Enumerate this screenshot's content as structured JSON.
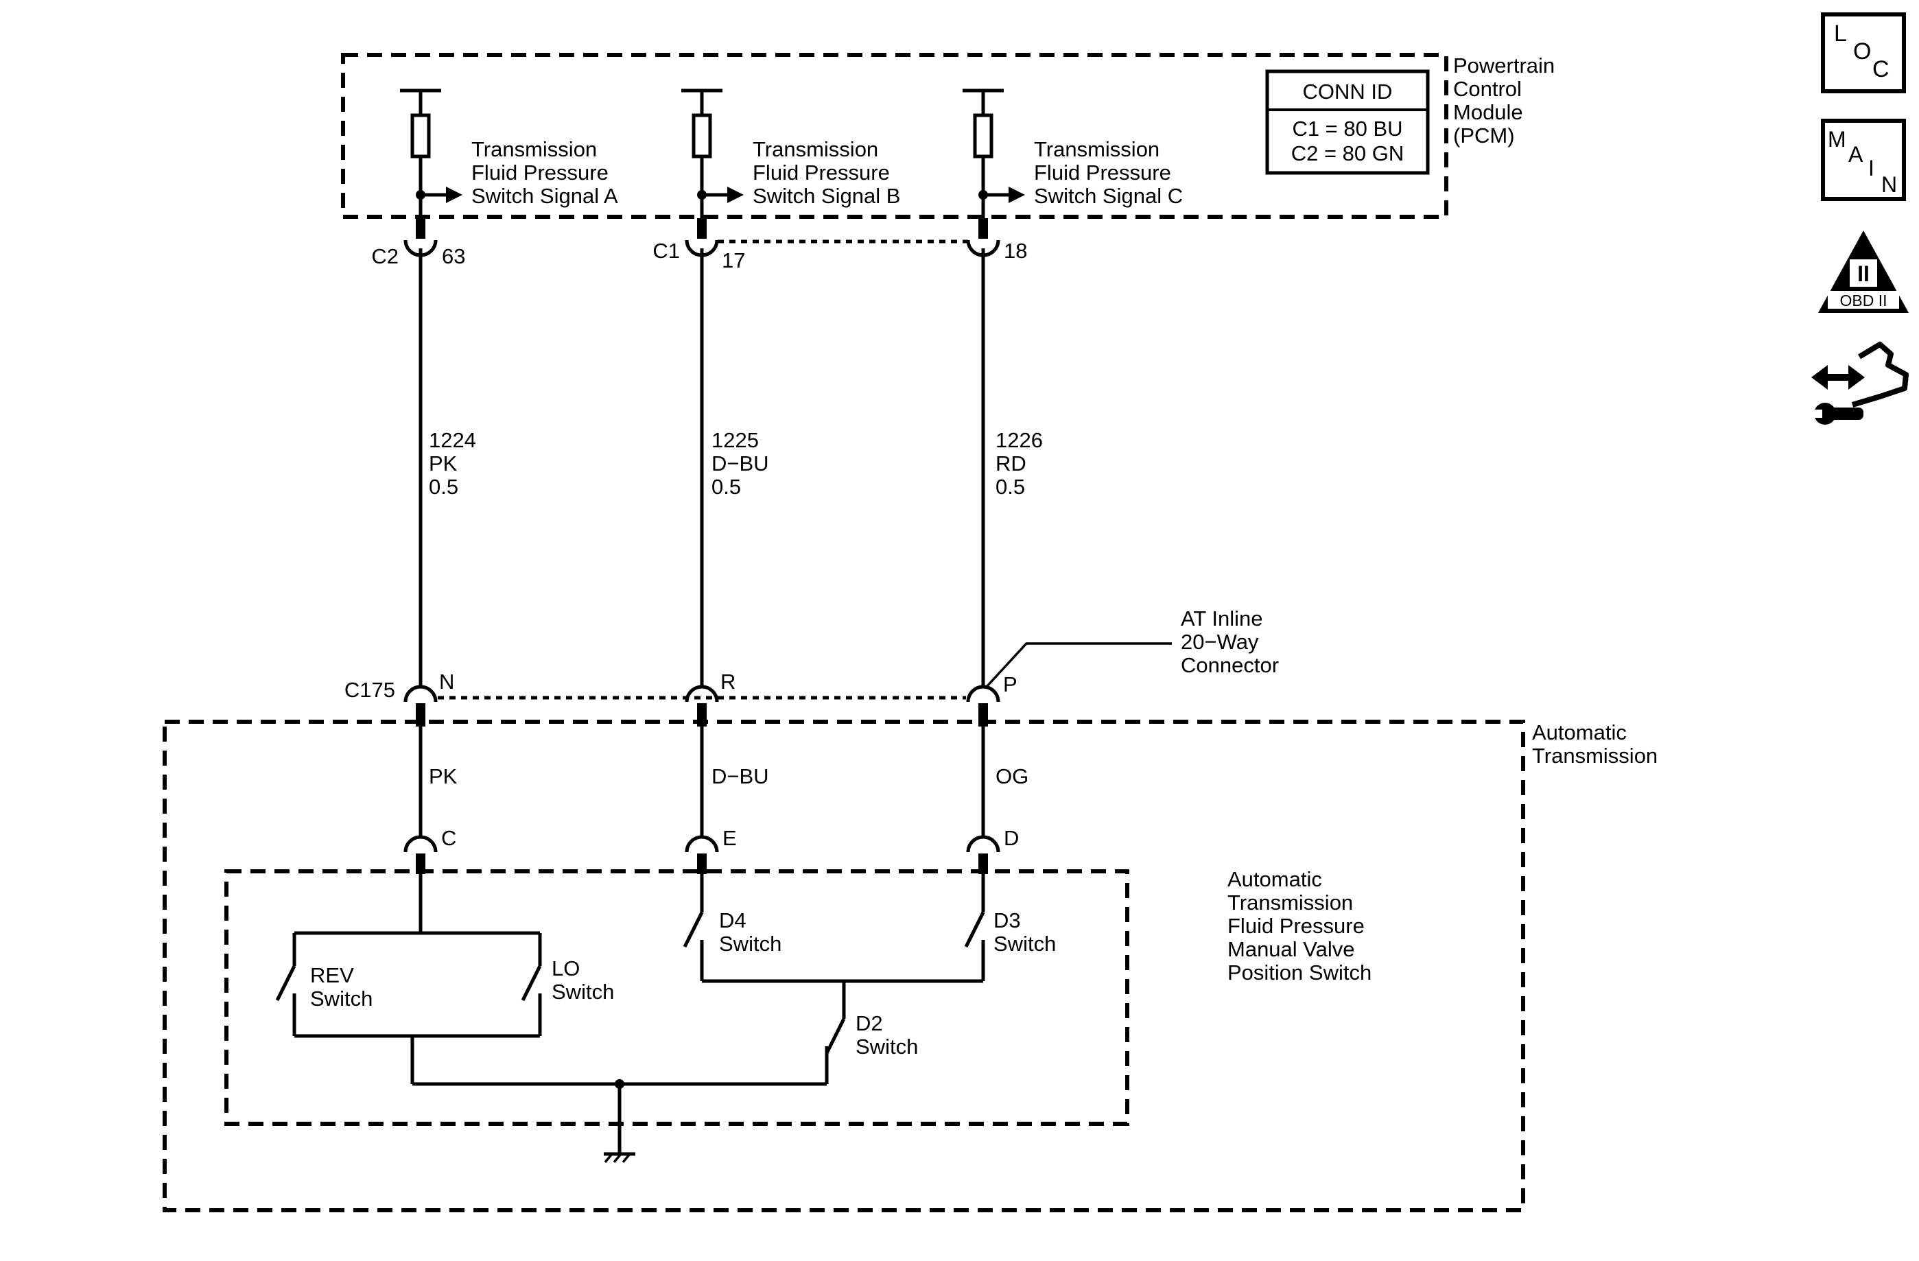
{
  "pcm": {
    "label_lines": [
      "Powertrain",
      "Control",
      "Module",
      "(PCM)"
    ],
    "conn_id": {
      "title": "CONN ID",
      "lines": [
        "C1 = 80 BU",
        "C2 = 80 GN"
      ]
    },
    "signals": [
      {
        "lines": [
          "Transmission",
          "Fluid Pressure",
          "Switch Signal A"
        ],
        "connector": "C2",
        "pin": "63"
      },
      {
        "lines": [
          "Transmission",
          "Fluid Pressure",
          "Switch Signal B"
        ],
        "connector": "C1",
        "pin": "17"
      },
      {
        "lines": [
          "Transmission",
          "Fluid Pressure",
          "Switch Signal C"
        ],
        "connector": "",
        "pin": "18"
      }
    ]
  },
  "wires": [
    {
      "circuit": "1224",
      "color": "PK",
      "size": "0.5"
    },
    {
      "circuit": "1225",
      "color": "D−BU",
      "size": "0.5"
    },
    {
      "circuit": "1226",
      "color": "RD",
      "size": "0.5"
    }
  ],
  "inline": {
    "connector": "C175",
    "pins": [
      "N",
      "R",
      "P"
    ],
    "label_lines": [
      "AT Inline",
      "20−Way",
      "Connector"
    ]
  },
  "transmission": {
    "label_lines": [
      "Automatic",
      "Transmission"
    ],
    "wire_colors": [
      "PK",
      "D−BU",
      "OG"
    ],
    "switch_pins": [
      "C",
      "E",
      "D"
    ],
    "assembly_lines": [
      "Automatic",
      "Transmission",
      "Fluid Pressure",
      "Manual Valve",
      "Position Switch"
    ],
    "switches": {
      "rev": [
        "REV",
        "Switch"
      ],
      "lo": [
        "LO",
        "Switch"
      ],
      "d4": [
        "D4",
        "Switch"
      ],
      "d3": [
        "D3",
        "Switch"
      ],
      "d2": [
        "D2",
        "Switch"
      ]
    }
  },
  "nav_icons": {
    "loc": [
      "L",
      "O",
      "C"
    ],
    "main": [
      "M",
      "A",
      "I",
      "N"
    ],
    "obd": {
      "numeral": "II",
      "text": "OBD II"
    }
  }
}
